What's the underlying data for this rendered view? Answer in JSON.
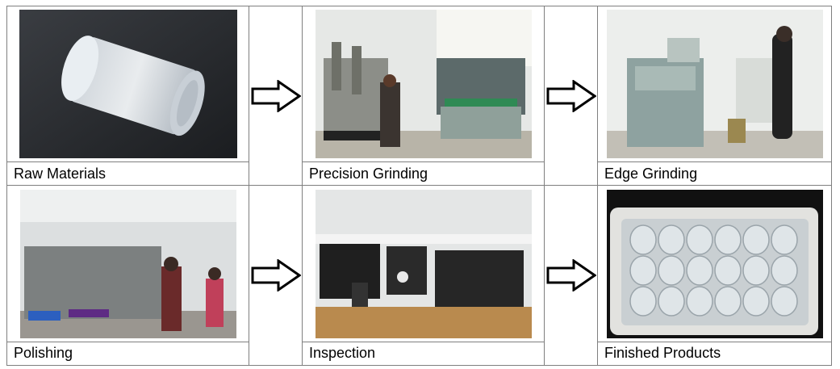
{
  "steps": [
    {
      "label": "Raw Materials",
      "icon": "glass-cylinder-photo"
    },
    {
      "label": "Precision Grinding",
      "icon": "grinding-workshop-photo"
    },
    {
      "label": "Edge Grinding",
      "icon": "edge-grinding-machine-photo"
    },
    {
      "label": "Polishing",
      "icon": "polishing-workshop-photo"
    },
    {
      "label": "Inspection",
      "icon": "inspection-room-photo"
    },
    {
      "label": "Finished Products",
      "icon": "lens-tray-photo"
    }
  ],
  "arrow_icon": "right-arrow-icon"
}
